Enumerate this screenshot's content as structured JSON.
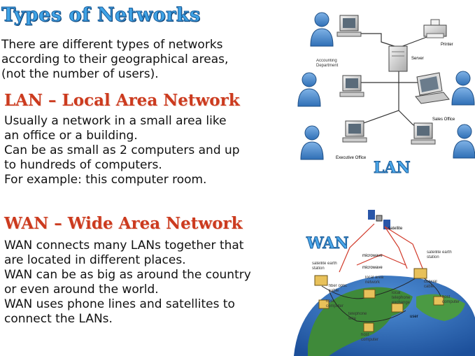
{
  "title": "Types of Networks",
  "intro": [
    "There are different types of networks",
    "according to their geographical areas,",
    "(not the number of users)."
  ],
  "lan": {
    "heading": "LAN – Local Area Network",
    "lines": [
      "Usually a network in a small area like",
      "an office or a building.",
      "Can be as small as 2 computers and up",
      "to hundreds of computers.",
      "For example: this computer room."
    ]
  },
  "wan": {
    "heading": "WAN – Wide Area Network",
    "lines": [
      "WAN connects many LANs together that",
      "are located in different places.",
      "WAN can be as big as around the country",
      "or even around the world.",
      "WAN uses phone lines and satellites to",
      "connect the LANs."
    ]
  },
  "lan_diagram": {
    "tag": "LAN",
    "labels": {
      "printer": "Printer",
      "server": "Server",
      "accounting": "Accounting Department",
      "sales": "Sales Office",
      "executive": "Executive Office"
    }
  },
  "wan_diagram": {
    "tag": "WAN",
    "labels": {
      "satellite": "satellite",
      "microwave1": "microwave",
      "microwave2": "microwave",
      "earth_station_left": "satellite earth station",
      "earth_station_right": "satellite earth station",
      "coaxial": "coaxial cable",
      "lan": "local area network",
      "fiber": "fiber optic cable",
      "telephone_exchange": "local telephone exchange",
      "telephone_wire": "telephone wire",
      "host_left": "host computer",
      "host_bottom": "host computer",
      "host_right": "host computer",
      "user": "user"
    }
  },
  "colors": {
    "title_blue": "#3fa3e6",
    "heading_red": "#cc3b1f",
    "person_blue": "#4a86c8",
    "ocean": "#2a66b8",
    "land": "#3f8a3a"
  }
}
